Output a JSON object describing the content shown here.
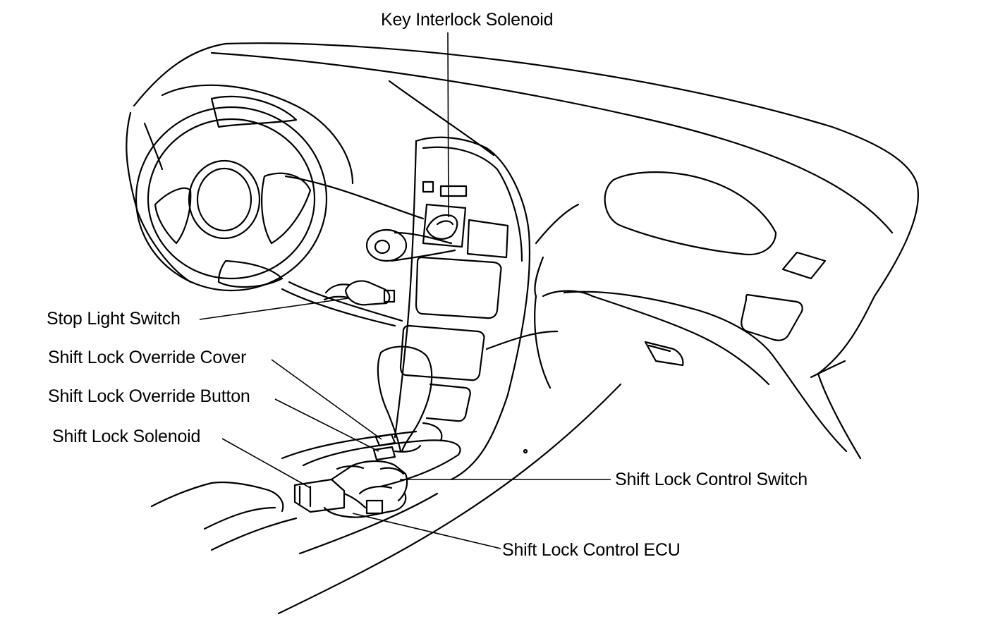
{
  "labels": {
    "key_interlock_solenoid": "Key Interlock Solenoid",
    "stop_light_switch": "Stop Light Switch",
    "shift_lock_override_cover": "Shift Lock Override Cover",
    "shift_lock_override_button": "Shift Lock Override Button",
    "shift_lock_solenoid": "Shift Lock Solenoid",
    "shift_lock_control_switch": "Shift Lock Control Switch",
    "shift_lock_control_ecu": "Shift Lock Control ECU"
  }
}
